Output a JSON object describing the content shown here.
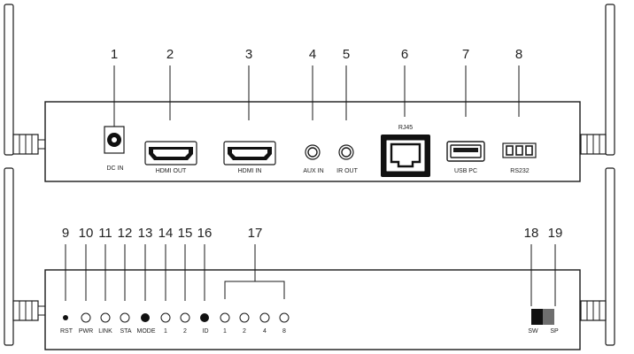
{
  "callouts": [
    "1",
    "2",
    "3",
    "4",
    "5",
    "6",
    "7",
    "8",
    "9",
    "10",
    "11",
    "12",
    "13",
    "14",
    "15",
    "16",
    "17",
    "18",
    "19"
  ],
  "front_labels": {
    "dc_in": "DC IN",
    "hdmi_out": "HDMI OUT",
    "hdmi_in": "HDMI IN",
    "aux_in": "AUX IN",
    "ir_out": "IR OUT",
    "rj45": "RJ45",
    "usb_pc": "USB PC",
    "rs232": "RS232"
  },
  "rear_labels": {
    "rst": "RST",
    "pwr": "PWR",
    "link": "LINK",
    "sta": "STA",
    "mode": "MODE",
    "led1": "1",
    "led2": "2",
    "id": "ID",
    "dip1": "1",
    "dip2": "2",
    "dip4": "4",
    "dip8": "8",
    "sw": "SW",
    "sp": "SP"
  }
}
